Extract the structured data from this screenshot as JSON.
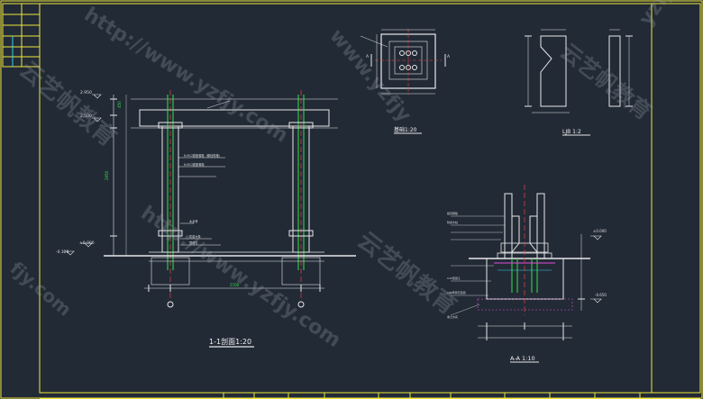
{
  "drawing": {
    "titles": {
      "section_1_1": "1-1剖面1:20",
      "foundation": "基础1:20",
      "ljb": "LJB 1:2",
      "section_a_a": "A-A 1:10"
    },
    "watermarks": [
      "http://www.yzfjy.com",
      "云艺帆教育",
      "http://www.yzfjy.com",
      "云艺帆教育",
      "云艺帆教育",
      "yzfjy.com",
      "fjy.com",
      "www.yzfjy"
    ],
    "elevations": {
      "top": "2.950",
      "beam": "2.500",
      "ground": "±0.000",
      "neg": "-0.120",
      "aa_ground": "±0.000",
      "aa_base": "-0.650"
    },
    "section_markers": {
      "left_a": "A",
      "right_a": "A"
    },
    "annotations": {
      "a1": "6-M12膨胀螺栓（螺栓规格）",
      "a2": "6-M12膨胀螺栓",
      "a3": "木龙骨",
      "a4": "防腐木条",
      "a5": "预埋件 ",
      "a6": "镀锌钢板",
      "a7": "防腐木柱",
      "a8": "C20混凝土",
      "a9": "素土夯实",
      "a10": "100厚碎石垫层"
    }
  }
}
